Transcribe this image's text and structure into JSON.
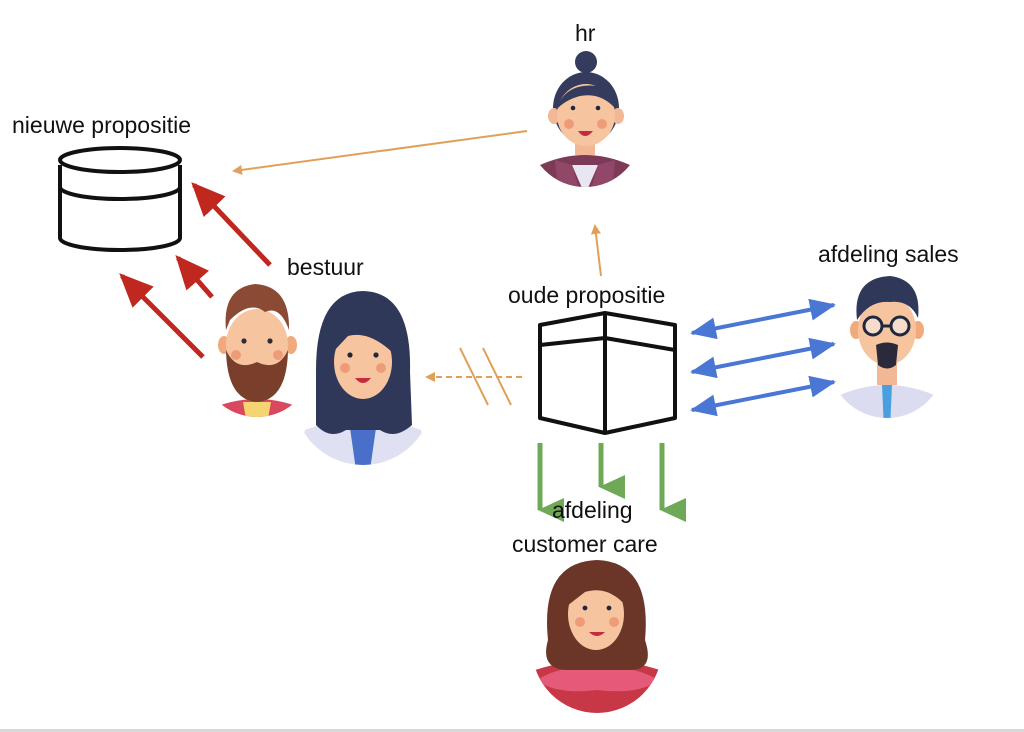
{
  "diagram": {
    "nodes": {
      "nieuwe_propositie": {
        "label": "nieuwe propositie",
        "icon": "cylinder-icon"
      },
      "hr": {
        "label": "hr",
        "icon": "woman-avatar-bun"
      },
      "bestuur": {
        "label": "bestuur",
        "icon": "board-avatars"
      },
      "oude_propositie": {
        "label": "oude propositie",
        "icon": "box-icon"
      },
      "afdeling_sales": {
        "label": "afdeling sales",
        "icon": "man-avatar-glasses"
      },
      "afdeling_customer_care": {
        "label_line1": "afdeling",
        "label_line2": "customer care",
        "icon": "woman-avatar-long-hair"
      }
    },
    "edges": [
      {
        "from": "hr",
        "to": "nieuwe_propositie",
        "style": "thin-solid",
        "color": "#e0a05a"
      },
      {
        "from": "bestuur",
        "to": "nieuwe_propositie",
        "style": "thick-solid",
        "count": 3,
        "color": "#c0281f"
      },
      {
        "from": "oude_propositie",
        "to": "hr",
        "style": "thin-solid",
        "color": "#e0a05a"
      },
      {
        "from": "oude_propositie",
        "to": "bestuur",
        "style": "dashed-broken",
        "color": "#e0a05a"
      },
      {
        "from": "oude_propositie",
        "to": "afdeling_sales",
        "style": "bidirectional",
        "count": 3,
        "color": "#4a76d4"
      },
      {
        "from": "oude_propositie",
        "to": "afdeling_customer_care",
        "style": "thick-solid",
        "count": 3,
        "color": "#6fa857"
      }
    ]
  }
}
